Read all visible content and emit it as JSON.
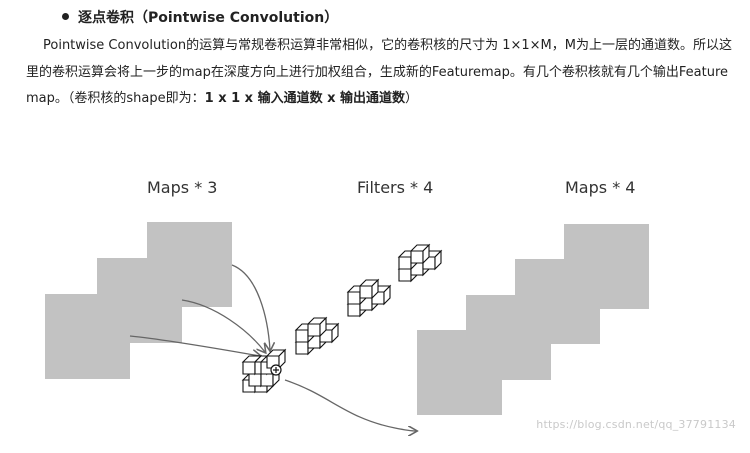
{
  "heading": {
    "text": "逐点卷积（Pointwise Convolution）"
  },
  "paragraph": {
    "line1": "Pointwise Convolution的运算与常规卷积运算非常相似，它的卷积核的尺寸为 1×1×M，M为上一",
    "line2": "层的通道数。所以这里的卷积运算会将上一步的map在深度方向上进行加权组合，生成新的Feature",
    "line3": "map。有几个卷积核就有几个输出Feature map。（卷积核的shape即为：",
    "bold": "1 x 1 x 输入通道数 x 输出通道数",
    "line4_tail": "）"
  },
  "diagram": {
    "label_input": "Maps * 3",
    "label_filters": "Filters * 4",
    "label_output": "Maps * 4",
    "plus_symbol": "⊕"
  },
  "watermark": "https://blog.csdn.net/qq_37791134"
}
